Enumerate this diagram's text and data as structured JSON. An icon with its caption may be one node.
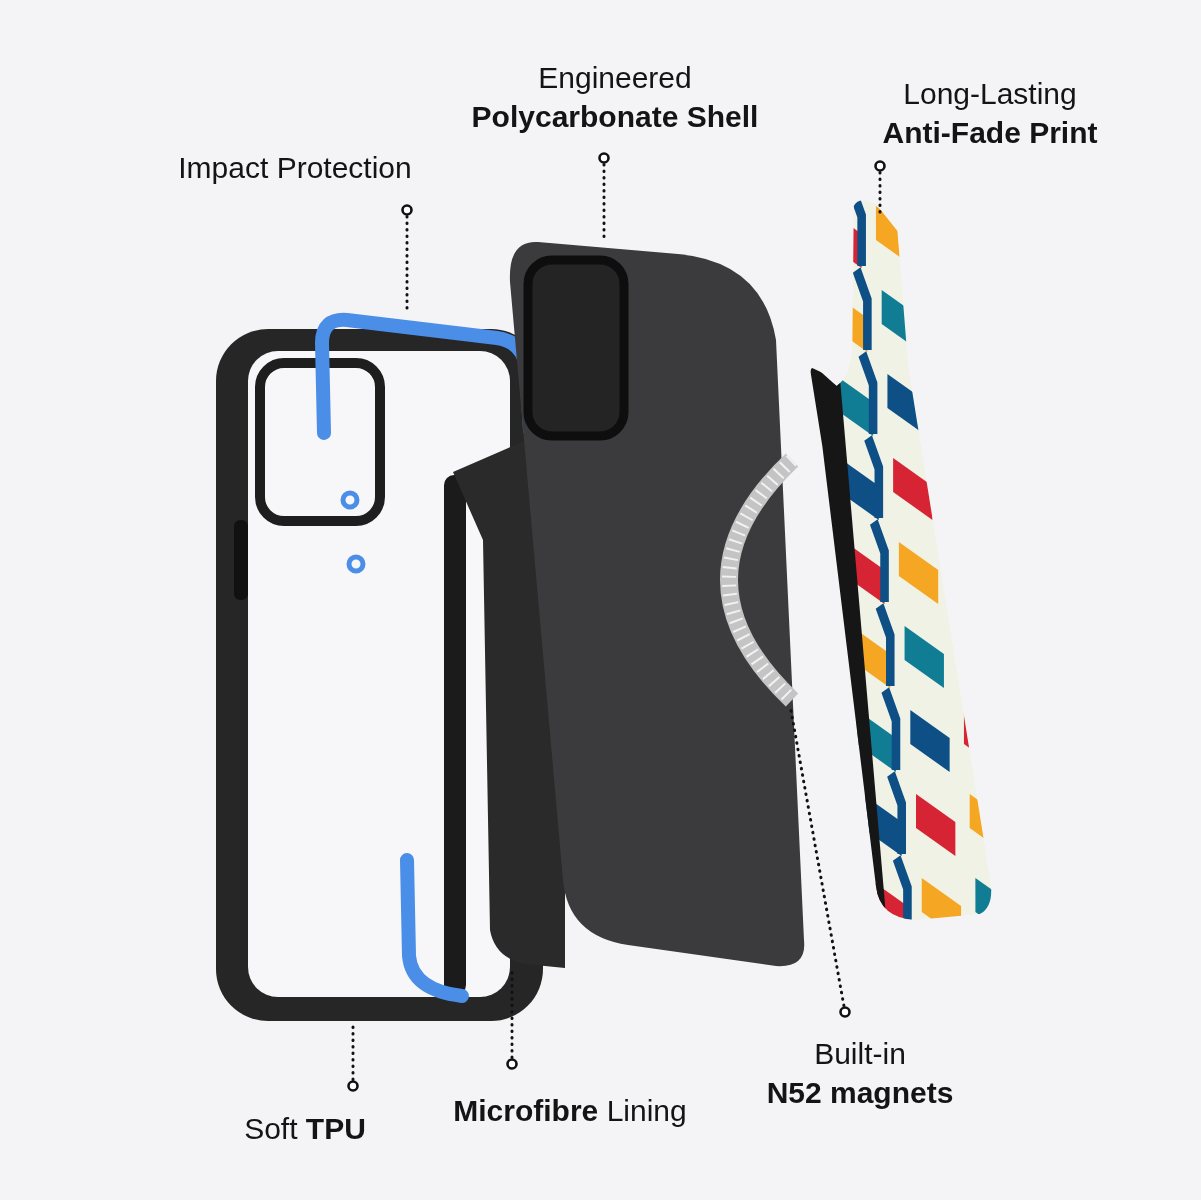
{
  "diagram": {
    "nodes": [
      {
        "text": [
          "Impact Protection"
        ]
      },
      {
        "text": [
          "Engineered **Polycarbonate Shell**"
        ]
      },
      {
        "text": [
          "Long-Lasting **Anti-Fade Print**"
        ]
      },
      {
        "text": [
          "Soft **TPU**"
        ]
      },
      {
        "text": [
          "**Microfibre** Lining"
        ]
      },
      {
        "text": [
          "Built-in **N52 magnets**"
        ]
      },
      {
        "text": [],
        "shape": "picture"
      },
      {
        "text": [],
        "shape": "picture",
        "in": 6
      },
      {
        "text": [],
        "shape": "picture"
      },
      {
        "text": [],
        "shape": "picture"
      },
      {
        "text": [],
        "shape": "picture",
        "in": 9
      },
      {
        "text": [],
        "shape": "picture"
      }
    ],
    "edges": [
      {
        "from": 0,
        "to": 7,
        "arrow": "other"
      },
      {
        "from": 1,
        "to": 9,
        "arrow": "other"
      },
      {
        "from": 2,
        "to": 11,
        "arrow": "other"
      },
      {
        "from": 3,
        "to": 6,
        "arrow": "other"
      },
      {
        "from": 4,
        "to": 8,
        "arrow": "other"
      },
      {
        "from": 5,
        "to": 10,
        "arrow": "other"
      }
    ]
  }
}
